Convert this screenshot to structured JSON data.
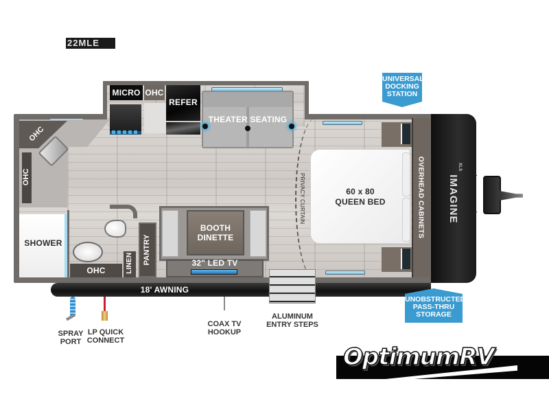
{
  "model": {
    "code": "22MLE"
  },
  "floorplan": {
    "rooms": {
      "micro": "MICRO",
      "ohc_kitchen": "OHC",
      "refer": "REFER",
      "theater_seating": "THEATER SEATING",
      "ohc_corner": "OHC",
      "ohc_left": "OHC",
      "shower": "SHOWER",
      "ohc_bath": "OHC",
      "linen": "LINEN",
      "pantry": "PANTRY",
      "booth_dinette": [
        "BOOTH",
        "DINETTE"
      ],
      "tv": "32\" LED TV",
      "privacy_curtain": "PRIVACY CURTAIN",
      "bed_size": "60 x 80",
      "bed_type": "QUEEN BED",
      "overhead_cabinets": "OVERHEAD CABINETS",
      "brand": "IMAGINE",
      "brand_sub": "XLS"
    },
    "exterior": {
      "awning": "18' AWNING",
      "spray_port": [
        "SPRAY",
        "PORT"
      ],
      "lp_quick_connect": [
        "LP QUICK",
        "CONNECT"
      ],
      "coax": [
        "COAX TV",
        "HOOKUP"
      ],
      "entry_steps": [
        "ALUMINUM",
        "ENTRY STEPS"
      ]
    },
    "callouts": {
      "docking": [
        "UNIVERSAL",
        "DOCKING",
        "STATION"
      ],
      "storage": [
        "UNOBSTRUCTED",
        "PASS-THRU",
        "STORAGE"
      ]
    },
    "colors": {
      "callout_blue": "#3a9bd1",
      "wall": "#6f6c69",
      "front_cap": "#1e1e1e",
      "spray_hose": "#2e8fd0",
      "lp_hose": "#c8202a"
    }
  },
  "watermark": {
    "brand": "OptimumRV"
  }
}
